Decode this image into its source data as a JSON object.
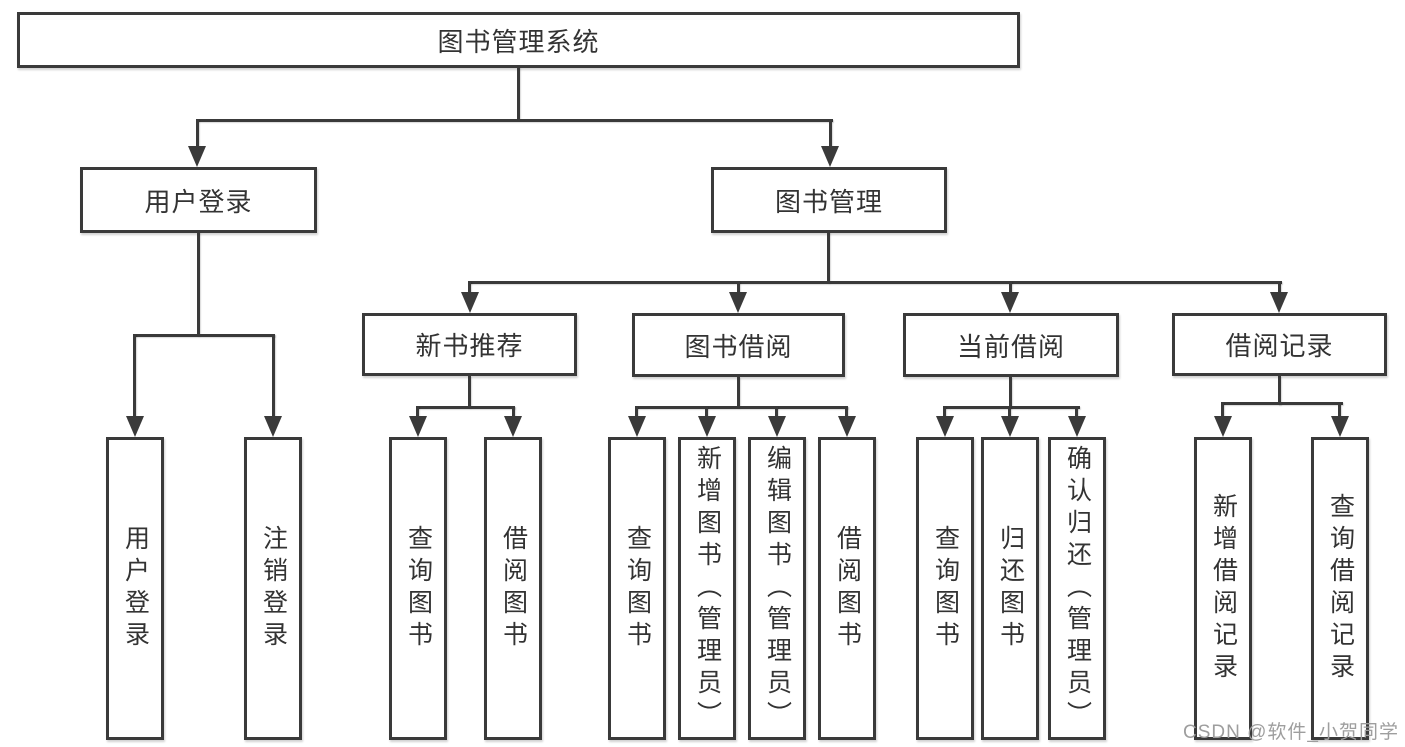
{
  "colors": {
    "line": "#3a3a3a",
    "box_border": "#3a3a3a",
    "text": "#333333",
    "watermark": "#9e9e9e",
    "background": "#ffffff"
  },
  "tree": {
    "root": {
      "label": "图书管理系统"
    },
    "children": [
      {
        "label": "用户登录",
        "children": [
          {
            "label": "用户登录"
          },
          {
            "label": "注销登录"
          }
        ]
      },
      {
        "label": "图书管理",
        "children": [
          {
            "label": "新书推荐",
            "children": [
              {
                "label": "查询图书"
              },
              {
                "label": "借阅图书"
              }
            ]
          },
          {
            "label": "图书借阅",
            "children": [
              {
                "label": "查询图书"
              },
              {
                "label": "新增图书（管理员）"
              },
              {
                "label": "编辑图书（管理员）"
              },
              {
                "label": "借阅图书"
              }
            ]
          },
          {
            "label": "当前借阅",
            "children": [
              {
                "label": "查询图书"
              },
              {
                "label": "归还图书"
              },
              {
                "label": "确认归还（管理员）"
              }
            ]
          },
          {
            "label": "借阅记录",
            "children": [
              {
                "label": "新增借阅记录"
              },
              {
                "label": "查询借阅记录"
              }
            ]
          }
        ]
      }
    ]
  },
  "watermark": {
    "text": "CSDN @软件_小贺同学"
  }
}
